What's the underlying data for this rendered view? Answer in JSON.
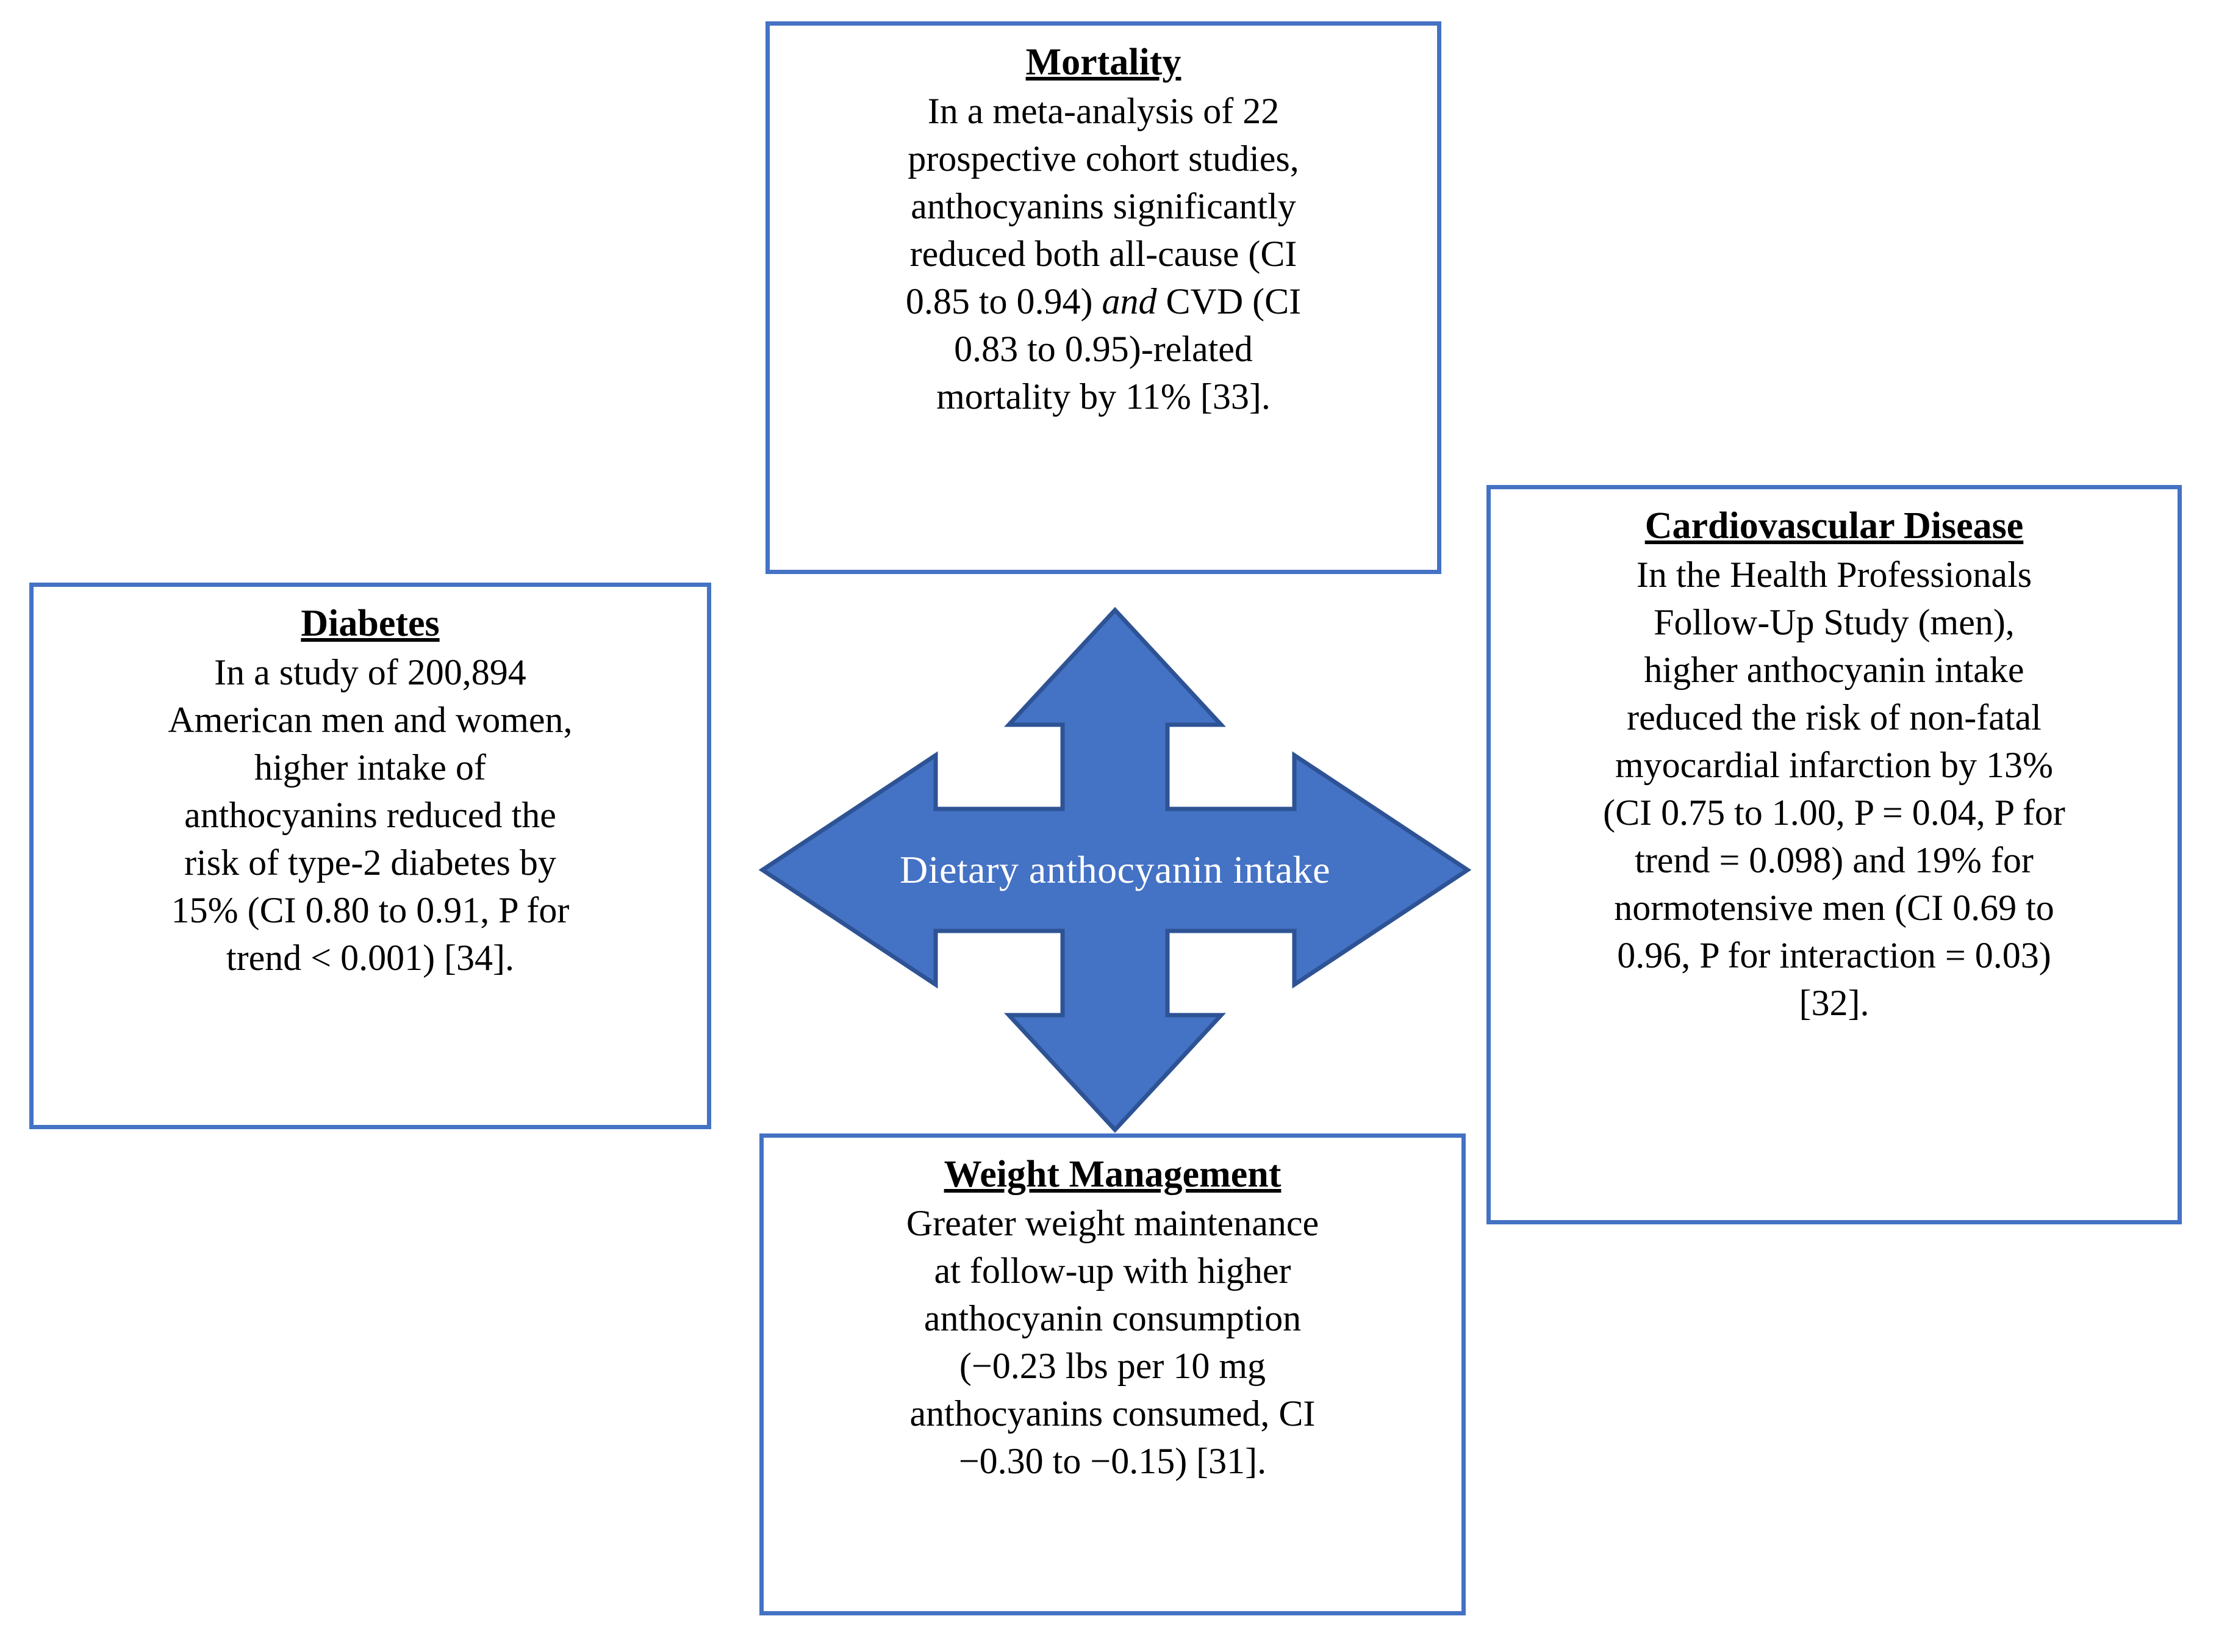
{
  "figure": {
    "center_node": {
      "label": "Dietary anthocyanin intake",
      "shape": "four-way-arrow",
      "fill_color": "#4472C4",
      "stroke_color": "#2E5395",
      "text_color": "#FFFFFF"
    },
    "box_border_color": "#4472C4",
    "box_fill_color": "#FFFFFF",
    "text_color": "#000000",
    "nodes": [
      {
        "id": "mortality",
        "position": "top",
        "title": "Mortality",
        "body_line_1": "In a meta-analysis of 22",
        "body_line_2": "prospective cohort studies,",
        "body_line_3": "anthocyanins significantly",
        "body_line_4": "reduced both all-cause (CI",
        "body_line_5_a": "0.85 to 0.94) ",
        "body_line_5_italic": "and",
        "body_line_5_b": " CVD (CI",
        "body_line_6": "0.83 to 0.95)-related",
        "body_line_7": "mortality by 11% [33].",
        "reference": "[33]"
      },
      {
        "id": "diabetes",
        "position": "left",
        "title": "Diabetes",
        "body": "In a study of 200,894\nAmerican men and women,\nhigher intake of\nanthocyanins reduced the\nrisk of type-2 diabetes by\n15% (CI 0.80 to 0.91, P for\ntrend < 0.001) [34].",
        "reference": "[34]"
      },
      {
        "id": "cardiovascular-disease",
        "position": "right",
        "title": "Cardiovascular Disease",
        "body": "In the Health Professionals\nFollow-Up Study (men),\nhigher anthocyanin intake\nreduced the risk of non-fatal\nmyocardial infarction by 13%\n(CI 0.75 to 1.00, P = 0.04, P for\ntrend = 0.098) and 19% for\nnormotensive men (CI 0.69 to\n0.96, P for interaction = 0.03)\n[32].",
        "reference": "[32]"
      },
      {
        "id": "weight-management",
        "position": "bottom",
        "title": "Weight Management",
        "body": "Greater weight maintenance\nat follow-up with higher\nanthocyanin consumption\n(−0.23 lbs per 10 mg\nanthocyanins consumed, CI\n−0.30 to −0.15) [31].",
        "reference": "[31]"
      }
    ]
  }
}
